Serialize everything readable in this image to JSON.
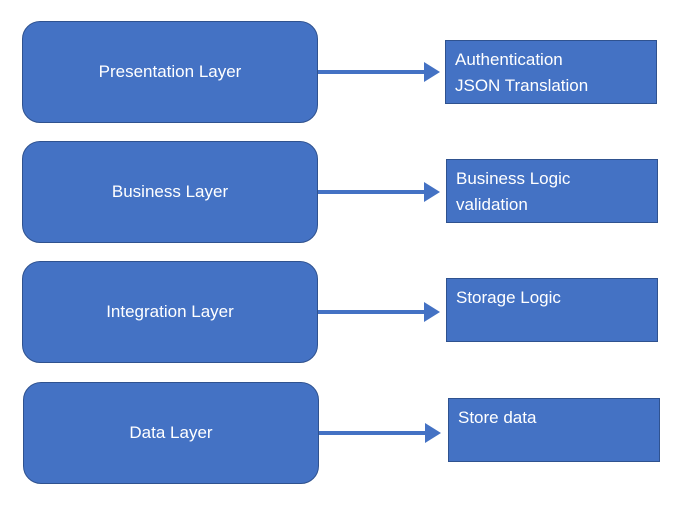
{
  "colors": {
    "fill": "#4472c4",
    "border": "#2f528f",
    "arrow": "#4472c4",
    "text": "#ffffff"
  },
  "rows": [
    {
      "layer": "Presentation Layer",
      "details": [
        "Authentication",
        "JSON Translation"
      ]
    },
    {
      "layer": "Business Layer",
      "details": [
        "Business Logic",
        "validation"
      ]
    },
    {
      "layer": "Integration Layer",
      "details": [
        "Storage Logic"
      ]
    },
    {
      "layer": "Data Layer",
      "details": [
        "Store data"
      ]
    }
  ]
}
